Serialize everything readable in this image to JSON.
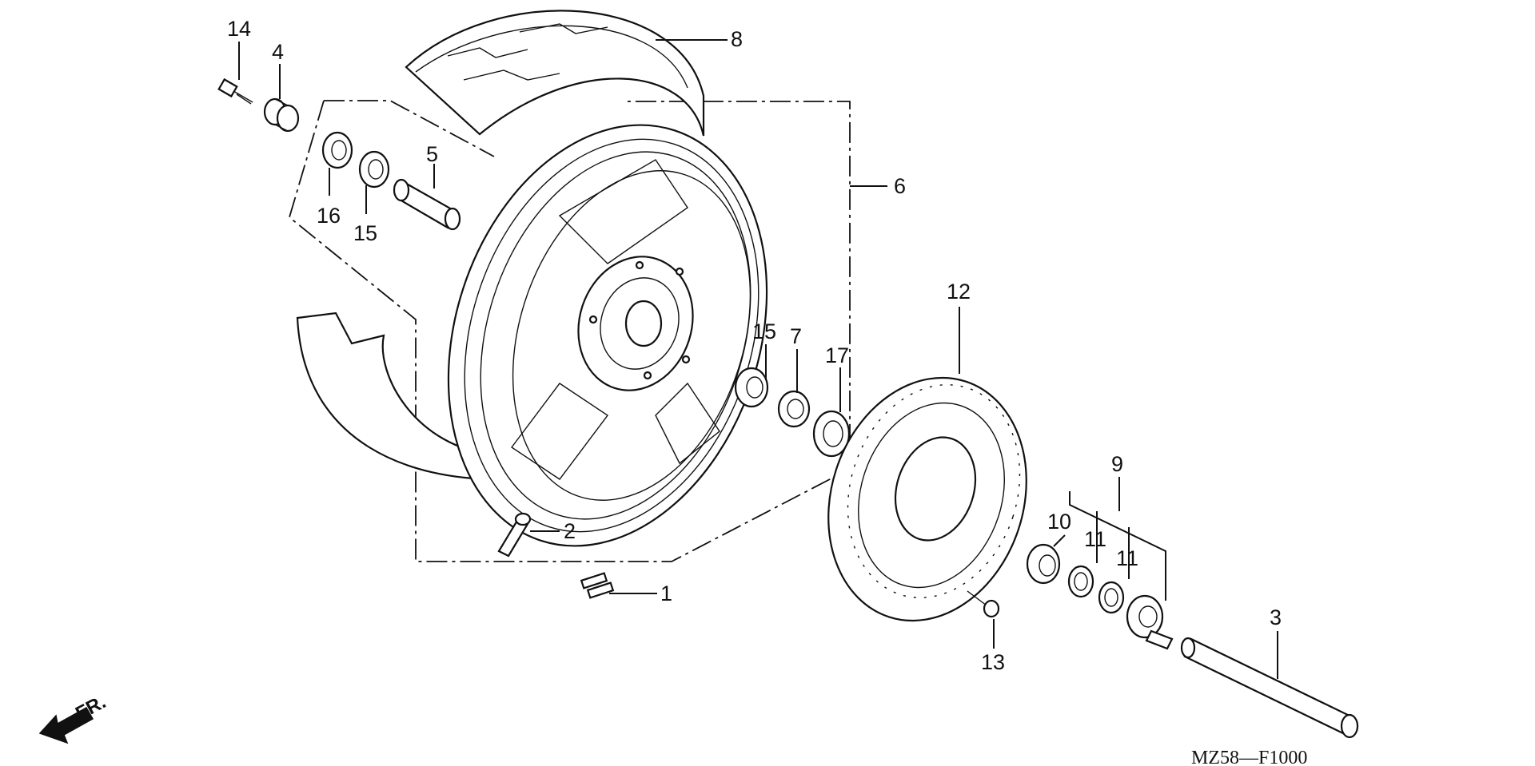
{
  "diagram": {
    "code": "MZ58—F1000",
    "direction": "FR.",
    "callouts": [
      {
        "id": "c14",
        "text": "14"
      },
      {
        "id": "c4",
        "text": "4"
      },
      {
        "id": "c8",
        "text": "8"
      },
      {
        "id": "c5",
        "text": "5"
      },
      {
        "id": "c16",
        "text": "16"
      },
      {
        "id": "c15a",
        "text": "15"
      },
      {
        "id": "c6",
        "text": "6"
      },
      {
        "id": "c12",
        "text": "12"
      },
      {
        "id": "c15b",
        "text": "15"
      },
      {
        "id": "c7",
        "text": "7"
      },
      {
        "id": "c17",
        "text": "17"
      },
      {
        "id": "c9",
        "text": "9"
      },
      {
        "id": "c10",
        "text": "10"
      },
      {
        "id": "c11a",
        "text": "11"
      },
      {
        "id": "c11b",
        "text": "11"
      },
      {
        "id": "c2",
        "text": "2"
      },
      {
        "id": "c1",
        "text": "1"
      },
      {
        "id": "c13",
        "text": "13"
      },
      {
        "id": "c3",
        "text": "3"
      }
    ]
  }
}
